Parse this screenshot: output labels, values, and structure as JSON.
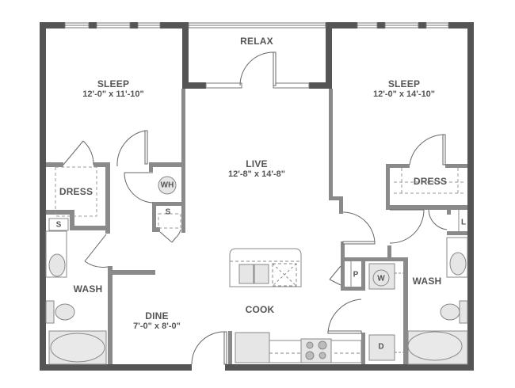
{
  "floorplan": {
    "colors": {
      "exterior_wall": "#555555",
      "interior_wall": "#8a8a8a",
      "fixture_fill": "#e6e6e6",
      "line": "#666666",
      "text": "#555555",
      "background": "#ffffff"
    },
    "rooms": {
      "sleep_left": {
        "name": "SLEEP",
        "dimensions": "12'-0\" x 11'-10\""
      },
      "relax": {
        "name": "RELAX"
      },
      "sleep_right": {
        "name": "SLEEP",
        "dimensions": "12'-0\" x 14'-10\""
      },
      "live": {
        "name": "LIVE",
        "dimensions": "12'-8\" x 14'-8\""
      },
      "dress_left": {
        "name": "DRESS"
      },
      "dress_right": {
        "name": "DRESS"
      },
      "wash_left": {
        "name": "WASH"
      },
      "wash_right": {
        "name": "WASH"
      },
      "dine": {
        "name": "DINE",
        "dimensions": "7'-0\" x 8'-0\""
      },
      "cook": {
        "name": "COOK"
      }
    },
    "fixtures": {
      "water_heater": "WH",
      "storage_1": "S",
      "storage_2": "S",
      "linen": "L",
      "pantry": "P",
      "washer": "W",
      "dryer": "D"
    }
  }
}
